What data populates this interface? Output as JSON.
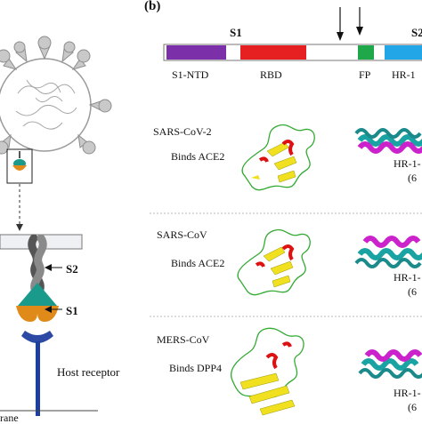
{
  "panel_b_label": "(b)",
  "domain_bar": {
    "s1_label": "S1",
    "s2_label_partial": "S2",
    "domains": {
      "s1_ntd": "S1-NTD",
      "rbd": "RBD",
      "fp": "FP",
      "hr1": "HR-1"
    },
    "colors": {
      "s1_ntd": "#7b2fa8",
      "rbd": "#e62020",
      "fp": "#1fa84a",
      "hr1": "#22a6e8"
    }
  },
  "virus_schematic": {
    "s2_label": "S2",
    "s1_label": "S1",
    "host_receptor_label": "Host receptor",
    "membrane_label_partial": "rane"
  },
  "structures": [
    {
      "virus": "SARS-CoV-2",
      "binding": "Binds ACE2",
      "helix_label_partial": "HR-1-",
      "pdb_partial": "(6"
    },
    {
      "virus": "SARS-CoV",
      "binding": "Binds ACE2",
      "helix_label_partial": "HR-1-",
      "pdb_partial": "(6"
    },
    {
      "virus": "MERS-CoV",
      "binding": "Binds DPP4",
      "helix_label_partial": "HR-1-",
      "pdb_partial": "(6"
    }
  ]
}
